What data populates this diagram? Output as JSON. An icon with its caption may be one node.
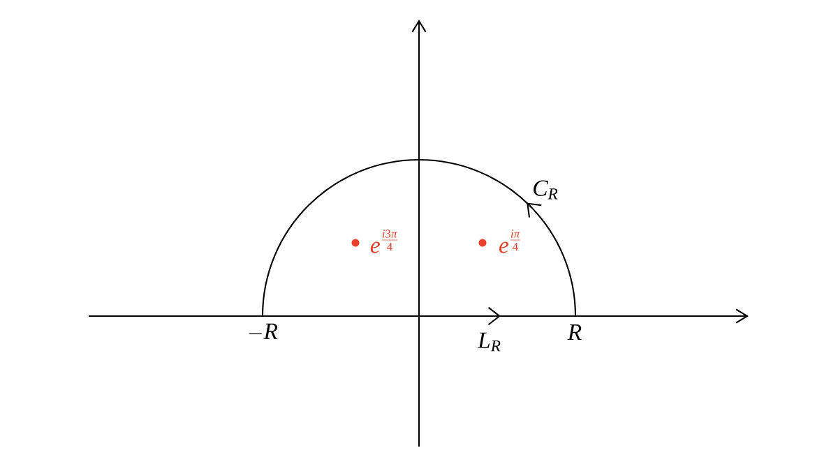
{
  "diagram": {
    "labels": [
      "-R",
      "R",
      "L_R",
      "C_R",
      "e^{\\frac{i3\\pi}{4}}",
      "e^{\\frac{i\\pi}{4}}"
    ]
  }
}
